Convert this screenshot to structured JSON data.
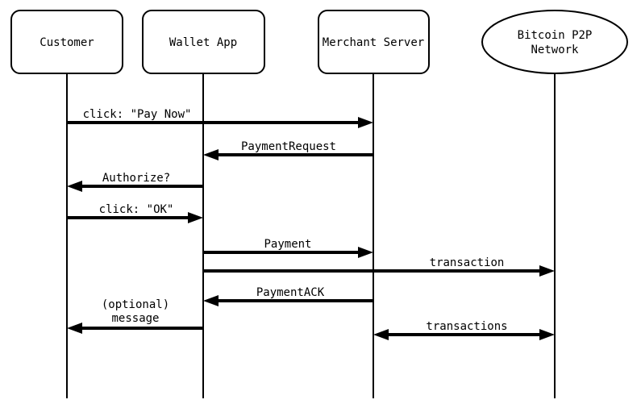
{
  "diagram": {
    "type": "sequence-diagram",
    "background_color": "#ffffff",
    "line_color": "#000000",
    "participants": [
      {
        "id": "customer",
        "label": "Customer",
        "shape": "rounded-rect"
      },
      {
        "id": "wallet-app",
        "label": "Wallet App",
        "shape": "rounded-rect"
      },
      {
        "id": "merchant-server",
        "label": "Merchant Server",
        "shape": "rounded-rect"
      },
      {
        "id": "bitcoin-p2p-network",
        "label": "Bitcoin P2P Network",
        "label_lines": [
          "Bitcoin P2P",
          "Network"
        ],
        "shape": "ellipse"
      }
    ],
    "messages": [
      {
        "label": "click: \"Pay Now\"",
        "from": "customer",
        "to": "merchant-server",
        "direction": "right"
      },
      {
        "label": "PaymentRequest",
        "from": "merchant-server",
        "to": "wallet-app",
        "direction": "left"
      },
      {
        "label": "Authorize?",
        "from": "wallet-app",
        "to": "customer",
        "direction": "left"
      },
      {
        "label": "click: \"OK\"",
        "from": "customer",
        "to": "wallet-app",
        "direction": "right"
      },
      {
        "label": "Payment",
        "from": "wallet-app",
        "to": "merchant-server",
        "direction": "right"
      },
      {
        "label": "transaction",
        "from": "wallet-app",
        "to": "bitcoin-p2p-network",
        "direction": "right"
      },
      {
        "label": "PaymentACK",
        "from": "merchant-server",
        "to": "wallet-app",
        "direction": "left"
      },
      {
        "label": "(optional) message",
        "label_lines": [
          "(optional)",
          "message"
        ],
        "from": "wallet-app",
        "to": "customer",
        "direction": "left"
      },
      {
        "label": "transactions",
        "from": "merchant-server",
        "to": "bitcoin-p2p-network",
        "direction": "both"
      }
    ]
  }
}
